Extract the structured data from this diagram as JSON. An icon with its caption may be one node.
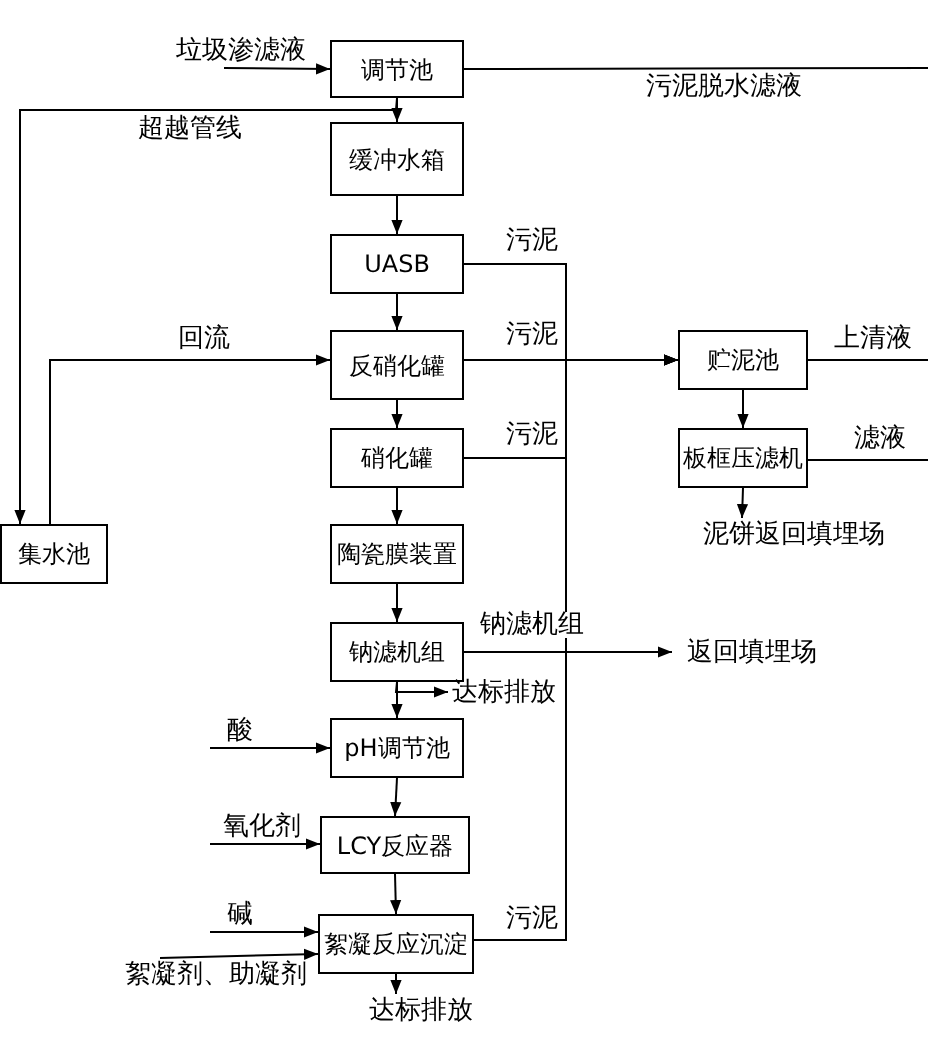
{
  "diagram": {
    "nodes": [
      {
        "text": [
          "调节池"
        ]
      },
      {
        "text": [
          "缓冲水箱"
        ]
      },
      {
        "text": [
          "UASB"
        ]
      },
      {
        "text": [
          "反硝化罐"
        ]
      },
      {
        "text": [
          "硝化罐"
        ]
      },
      {
        "text": [
          "陶瓷膜装置"
        ]
      },
      {
        "text": [
          "钠滤机组"
        ]
      },
      {
        "text": [
          "pH调节池"
        ]
      },
      {
        "text": [
          "LCY反应器"
        ]
      },
      {
        "text": [
          "絮凝反应沉淀"
        ]
      },
      {
        "text": [
          "集水池"
        ]
      },
      {
        "text": [
          "贮泥池"
        ]
      },
      {
        "text": [
          "板框压滤机"
        ]
      },
      {
        "text": [
          "垃圾渗滤液"
        ]
      },
      {
        "text": [
          "泥饼返回填埋场"
        ]
      },
      {
        "text": [
          "返回填埋场"
        ]
      },
      {
        "text": [
          "达标排放"
        ]
      },
      {
        "text": [
          "酸"
        ]
      },
      {
        "text": [
          "氧化剂"
        ]
      },
      {
        "text": [
          "碱"
        ]
      },
      {
        "text": [
          "絮凝剂、助凝剂"
        ]
      },
      {
        "text": [
          "达标排放"
        ]
      }
    ],
    "edges": [
      {
        "from": 13,
        "to": 0,
        "arrow": "to"
      },
      {
        "from": 0,
        "to": 1,
        "arrow": "to"
      },
      {
        "from": 1,
        "to": 2,
        "arrow": "to"
      },
      {
        "from": 2,
        "to": 3,
        "arrow": "to"
      },
      {
        "from": 3,
        "to": 4,
        "arrow": "to"
      },
      {
        "from": 4,
        "to": 5,
        "arrow": "to"
      },
      {
        "from": 5,
        "to": 6,
        "arrow": "to"
      },
      {
        "from": 6,
        "to": 7,
        "arrow": "to"
      },
      {
        "from": 7,
        "to": 8,
        "arrow": "to"
      },
      {
        "from": 8,
        "to": 9,
        "arrow": "to"
      },
      {
        "from": 9,
        "to": 21,
        "arrow": "to"
      },
      {
        "from": 6,
        "to": 16,
        "arrow": "to"
      },
      {
        "from": 6,
        "to": 15,
        "arrow": "to",
        "label": "钠滤机组"
      },
      {
        "from": 2,
        "to": 11,
        "arrow": "to",
        "label": "污泥"
      },
      {
        "from": 3,
        "to": 11,
        "arrow": "to",
        "label": "污泥"
      },
      {
        "from": 4,
        "to": 11,
        "arrow": "to",
        "label": "污泥"
      },
      {
        "from": 9,
        "to": 11,
        "arrow": "to",
        "label": "污泥"
      },
      {
        "from": 11,
        "to": 12,
        "arrow": "to"
      },
      {
        "from": 12,
        "to": 14,
        "arrow": "to"
      },
      {
        "from": 11,
        "to": null,
        "arrow": "none",
        "label": "上清液"
      },
      {
        "from": 12,
        "to": null,
        "arrow": "none",
        "label": "滤液"
      },
      {
        "from": null,
        "to": 0,
        "arrow": "none",
        "label": "污泥脱水滤液"
      },
      {
        "from": 0,
        "to": 10,
        "arrow": "to",
        "label": "超越管线"
      },
      {
        "from": 10,
        "to": 3,
        "arrow": "to",
        "label": "回流"
      },
      {
        "from": 17,
        "to": 7,
        "arrow": "to"
      },
      {
        "from": 18,
        "to": 8,
        "arrow": "to"
      },
      {
        "from": 19,
        "to": 9,
        "arrow": "to"
      },
      {
        "from": 20,
        "to": 9,
        "arrow": "to"
      }
    ]
  }
}
